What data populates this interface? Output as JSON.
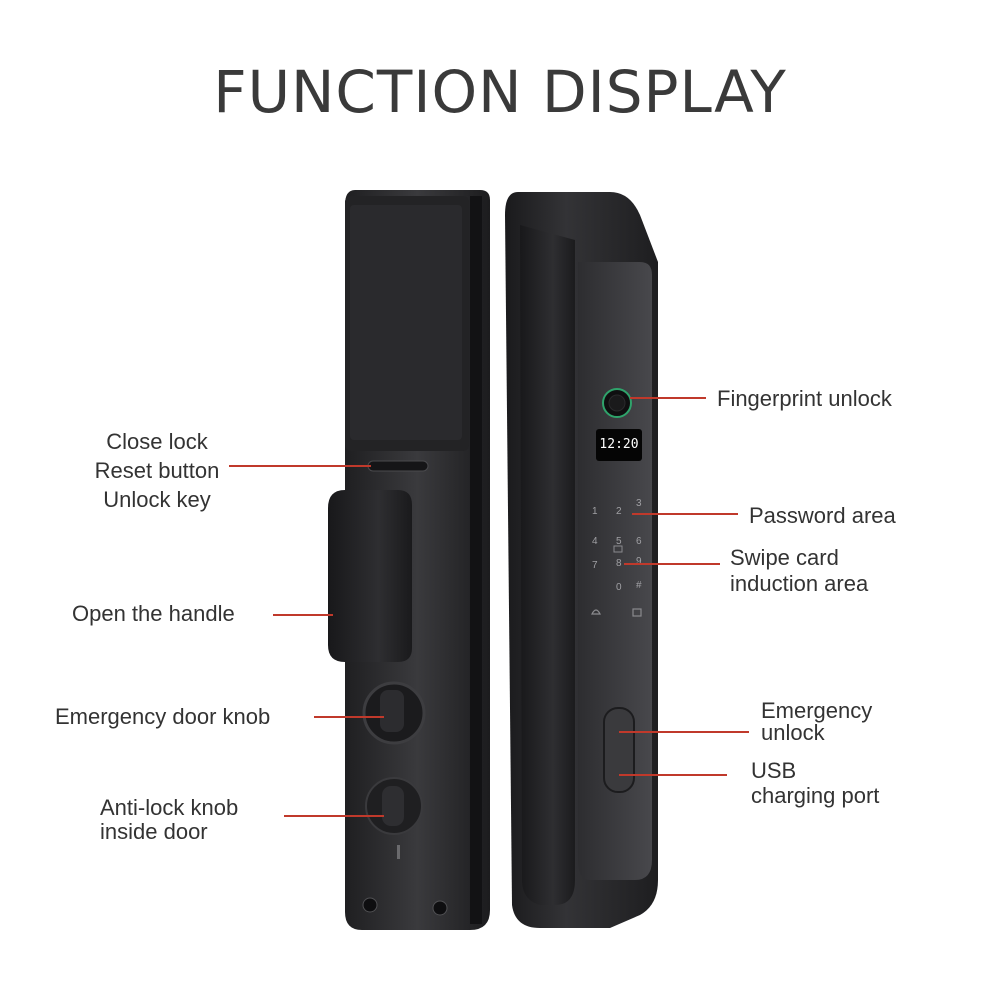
{
  "title": "FUNCTION DISPLAY",
  "screen_time": "12:20",
  "keypad": [
    "1",
    "2",
    "3",
    "4",
    "5",
    "6",
    "7",
    "8",
    "9",
    "0",
    "#"
  ],
  "labels": {
    "close_lock": "Close lock",
    "reset_button": "Reset button",
    "unlock_key": "Unlock key",
    "open_handle": "Open the handle",
    "emergency_knob": "Emergency door knob",
    "anti_lock_1": "Anti-lock knob",
    "anti_lock_2": "inside door",
    "fingerprint": "Fingerprint unlock",
    "password": "Password area",
    "swipe_1": "Swipe card",
    "swipe_2": "induction area",
    "emergency_unlock_1": "Emergency",
    "emergency_unlock_2": "unlock",
    "usb_1": "USB",
    "usb_2": "charging port"
  },
  "colors": {
    "leader_line": "#c0392b",
    "lock_body": "#2b2b2d",
    "text": "#333333"
  }
}
